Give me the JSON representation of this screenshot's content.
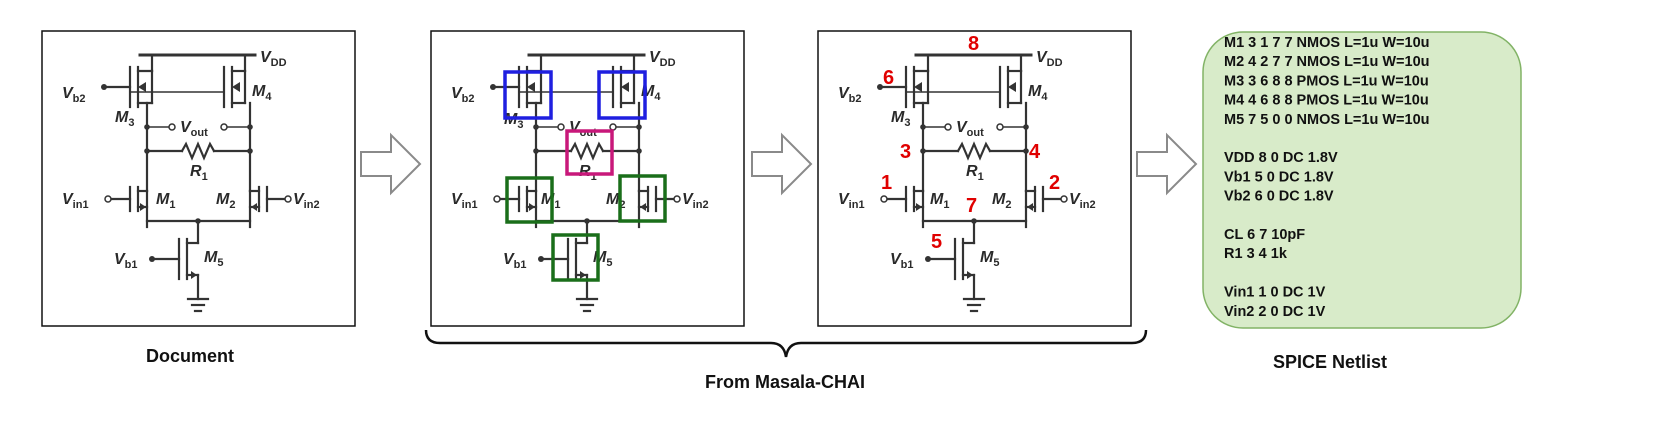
{
  "captions": {
    "document": "Document",
    "masala": "From Masala-CHAI",
    "spice": "SPICE Netlist"
  },
  "labels": {
    "vdd_main": "V",
    "vdd_sub": "DD",
    "vb2_main": "V",
    "vb2_sub": "b2",
    "vb1_main": "V",
    "vb1_sub": "b1",
    "vin1_main": "V",
    "vin1_sub": "in1",
    "vin2_main": "V",
    "vin2_sub": "in2",
    "vout_main": "V",
    "vout_sub": "out",
    "m1_main": "M",
    "m1_sub": "1",
    "m2_main": "M",
    "m2_sub": "2",
    "m3_main": "M",
    "m3_sub": "3",
    "m4_main": "M",
    "m4_sub": "4",
    "m5_main": "M",
    "m5_sub": "5",
    "r1_main": "R",
    "r1_sub": "1"
  },
  "nodes": {
    "n1": "1",
    "n2": "2",
    "n3": "3",
    "n4": "4",
    "n5": "5",
    "n6": "6",
    "n7": "7",
    "n8": "8"
  },
  "netlist": [
    "M1 3 1 7 7 NMOS L=1u W=10u",
    "M2 4 2 7 7 NMOS L=1u W=10u",
    "M3 3 6 8 8 PMOS L=1u W=10u",
    "M4 4 6 8 8 PMOS L=1u W=10u",
    "M5 7 5 0 0 NMOS L=1u W=10u",
    "",
    "VDD 8 0 DC 1.8V",
    "Vb1 5 0 DC 1.8V",
    "Vb2 6 0 DC 1.8V",
    "",
    "CL 6 7 10pF",
    "R1 3 4 1k",
    "",
    "Vin1 1 0 DC 1V",
    "Vin2 2 0 DC 1V"
  ],
  "colors": {
    "pmos_box": "#1f1fe0",
    "nmos_box": "#1a6e1a",
    "resistor_box": "#c8187a",
    "node_text": "#e00000",
    "netlist_bg": "#d8ebc9",
    "netlist_border": "#82b366",
    "wire": "#333333"
  }
}
